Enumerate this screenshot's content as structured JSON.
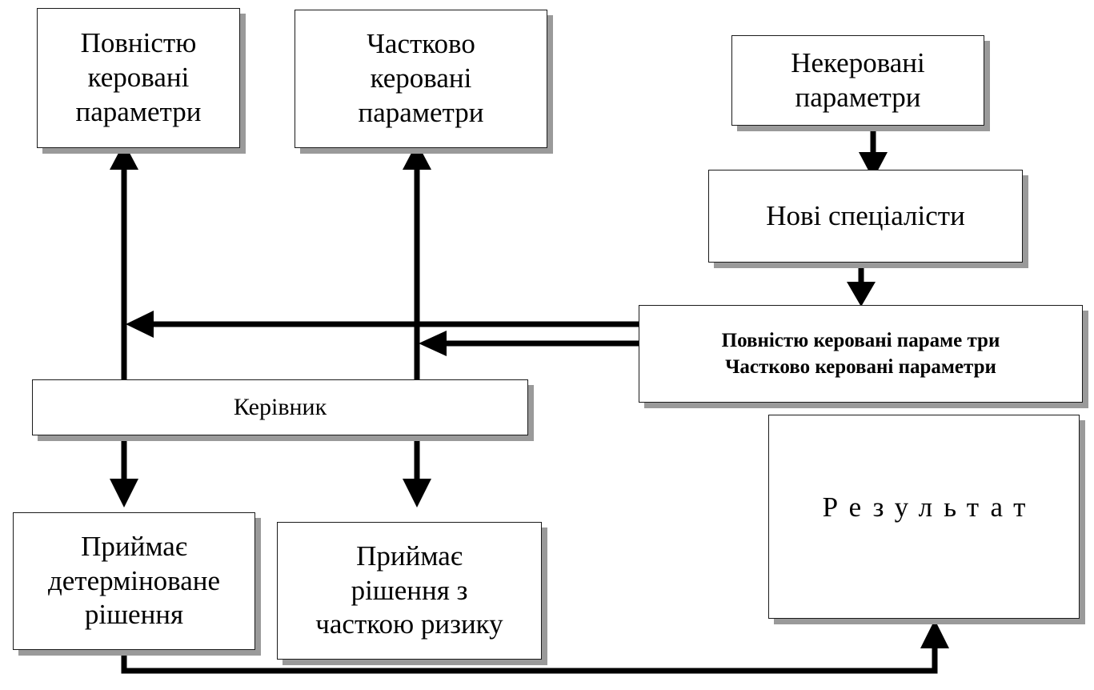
{
  "nodes": {
    "fully_controlled": "Повністю\nкеровані\nпараметри",
    "partially_controlled": "Частково\nкеровані\nпараметри",
    "uncontrolled": "Некеровані\nпараметри",
    "new_specialists": "Нові спеціалісти",
    "params_combined": "Повністю керовані параме три\nЧастково керовані параметри",
    "manager": "Керівник",
    "result": "Результат",
    "deterministic_decision": "Приймає\nдетерміноване\nрішення",
    "risk_decision": "Приймає\nрішення з\nчасткою ризику"
  },
  "edges": [
    {
      "from": "manager",
      "to": "fully_controlled"
    },
    {
      "from": "manager",
      "to": "partially_controlled"
    },
    {
      "from": "uncontrolled",
      "to": "new_specialists"
    },
    {
      "from": "new_specialists",
      "to": "params_combined"
    },
    {
      "from": "params_combined",
      "to": "fully_controlled"
    },
    {
      "from": "params_combined",
      "to": "partially_controlled"
    },
    {
      "from": "manager",
      "to": "deterministic_decision"
    },
    {
      "from": "manager",
      "to": "risk_decision"
    },
    {
      "from": "deterministic_decision",
      "to": "result"
    }
  ],
  "colors": {
    "line": "#000000",
    "border": "#1a1a1a",
    "shadow": "#9a9a9a",
    "fill": "#ffffff"
  }
}
